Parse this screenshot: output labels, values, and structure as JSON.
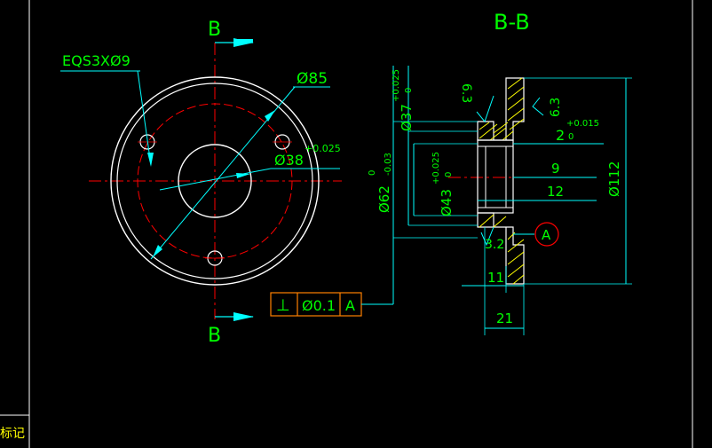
{
  "section_title": "B-B",
  "section_marker_top": "B",
  "section_marker_bottom": "B",
  "hole_callout": "EQS3XØ9",
  "dim_outer_diameter": "Ø85",
  "dim_bore": "Ø38",
  "dim_bore_tol": "+0.025",
  "dim_hub": "Ø62",
  "dim_hub_tol_upper": "0",
  "dim_hub_tol_lower": "-0.03",
  "dim_d37": "Ø37",
  "dim_d37_tol_upper": "+0.025",
  "dim_d37_tol_lower": "0",
  "dim_d43": "Ø43",
  "dim_d43_tol_upper": "+0.025",
  "dim_d43_tol_lower": "0",
  "dim_d112": "Ø112",
  "dim_2": "2",
  "dim_2_tol_upper": "+0.015",
  "dim_2_tol_lower": "0",
  "dim_9": "9",
  "dim_12": "12",
  "dim_11": "11",
  "dim_21": "21",
  "rough_left": "6.3",
  "rough_right": "6.3",
  "rough_bottom": "3.2",
  "datum_label": "A",
  "gtol_symbol": "⊥",
  "gtol_value": "Ø0.1",
  "gtol_datum": "A",
  "corner_text": "标记",
  "colors": {
    "background": "#000000",
    "outline": "#ffffff",
    "center_line": "#ff0000",
    "dimension": "#00ffff",
    "text": "#00ff00",
    "hatch": "#ffff00",
    "datum": "#ff0000",
    "frame": "#ff8000"
  }
}
